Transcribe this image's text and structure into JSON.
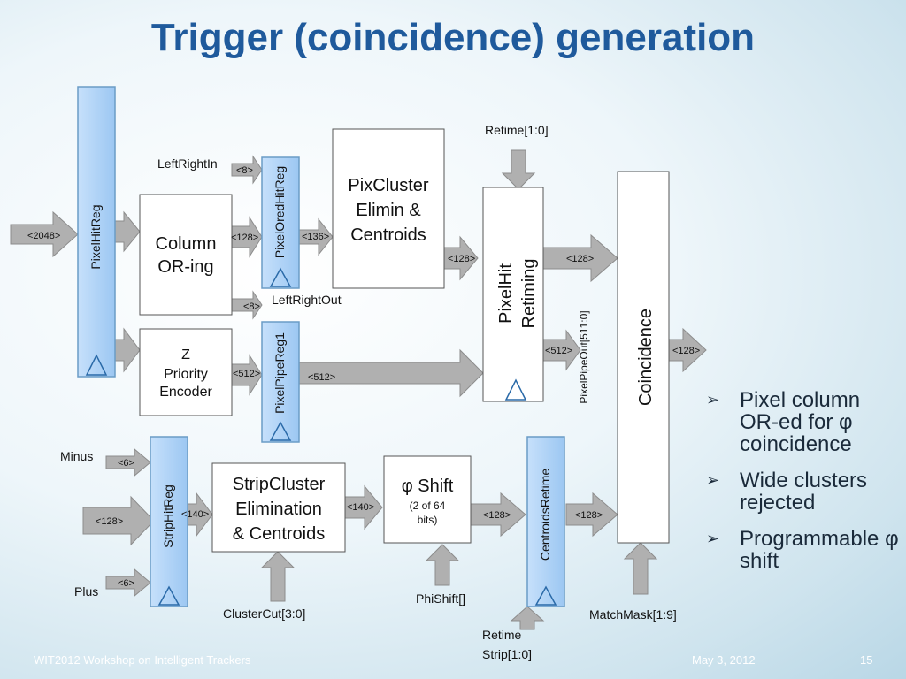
{
  "title": "Trigger (coincidence) generation",
  "blocks": {
    "pixel_hit_reg": "PixelHitReg",
    "column_oring": [
      "Column",
      "OR-ing"
    ],
    "z_priority": [
      "Z",
      "Priority",
      "Encoder"
    ],
    "pixel_ored_hit_reg": "PixelOredHitReg",
    "pixel_pipe_reg1": "PixelPipeReg1",
    "pix_cluster": [
      "PixCluster",
      "Elimin &",
      "Centroids"
    ],
    "pixel_hit_retiming": [
      "PixelHit",
      "Retiming"
    ],
    "coincidence": "Coincidence",
    "strip_hit_reg": "StripHitReg",
    "strip_cluster": [
      "StripCluster",
      "Elimination",
      "& Centroids"
    ],
    "phi_shift": [
      "φ Shift",
      "(2 of 64",
      "bits)"
    ],
    "centroids_retime": "CentroidsRetime",
    "pixel_pipe_out": "PixelPipeOut[511:0]"
  },
  "bus_labels": {
    "in_2048": "<2048>",
    "lr_in_8": "<8>",
    "col_128": "<128>",
    "ored_136": "<136>",
    "lr_out_8": "<8>",
    "zp_512": "<512>",
    "pipe_512": "<512>",
    "clus_128": "<128>",
    "ret_128": "<128>",
    "pipe_out_512": "<512>",
    "coinc_out_128": "<128>",
    "minus_6": "<6>",
    "strip_in_128": "<128>",
    "plus_6": "<6>",
    "strip_140": "<140>",
    "strip_clus_140": "<140>",
    "phi_128": "<128>",
    "cr_128": "<128>"
  },
  "signals": {
    "left_right_in": "LeftRightIn",
    "left_right_out": "LeftRightOut",
    "retime": "Retime[1:0]",
    "minus": "Minus",
    "plus": "Plus",
    "cluster_cut": "ClusterCut[3:0]",
    "phi_shift_in": "PhiShift[]",
    "retime_strip": [
      "Retime",
      "Strip[1:0]"
    ],
    "match_mask": "MatchMask[1:9]"
  },
  "bullets": [
    "Pixel column OR-ed for φ coincidence",
    "Wide clusters rejected",
    "Programmable φ shift"
  ],
  "footer": {
    "left": "WIT2012 Workshop on Intelligent Trackers",
    "date": "May 3, 2012",
    "page": "15"
  },
  "colors": {
    "title": "#1f5a9c",
    "register_fill": "#a9d1f7",
    "register_stroke": "#6a9cc6",
    "arrow_fill": "#b0b0b0"
  }
}
